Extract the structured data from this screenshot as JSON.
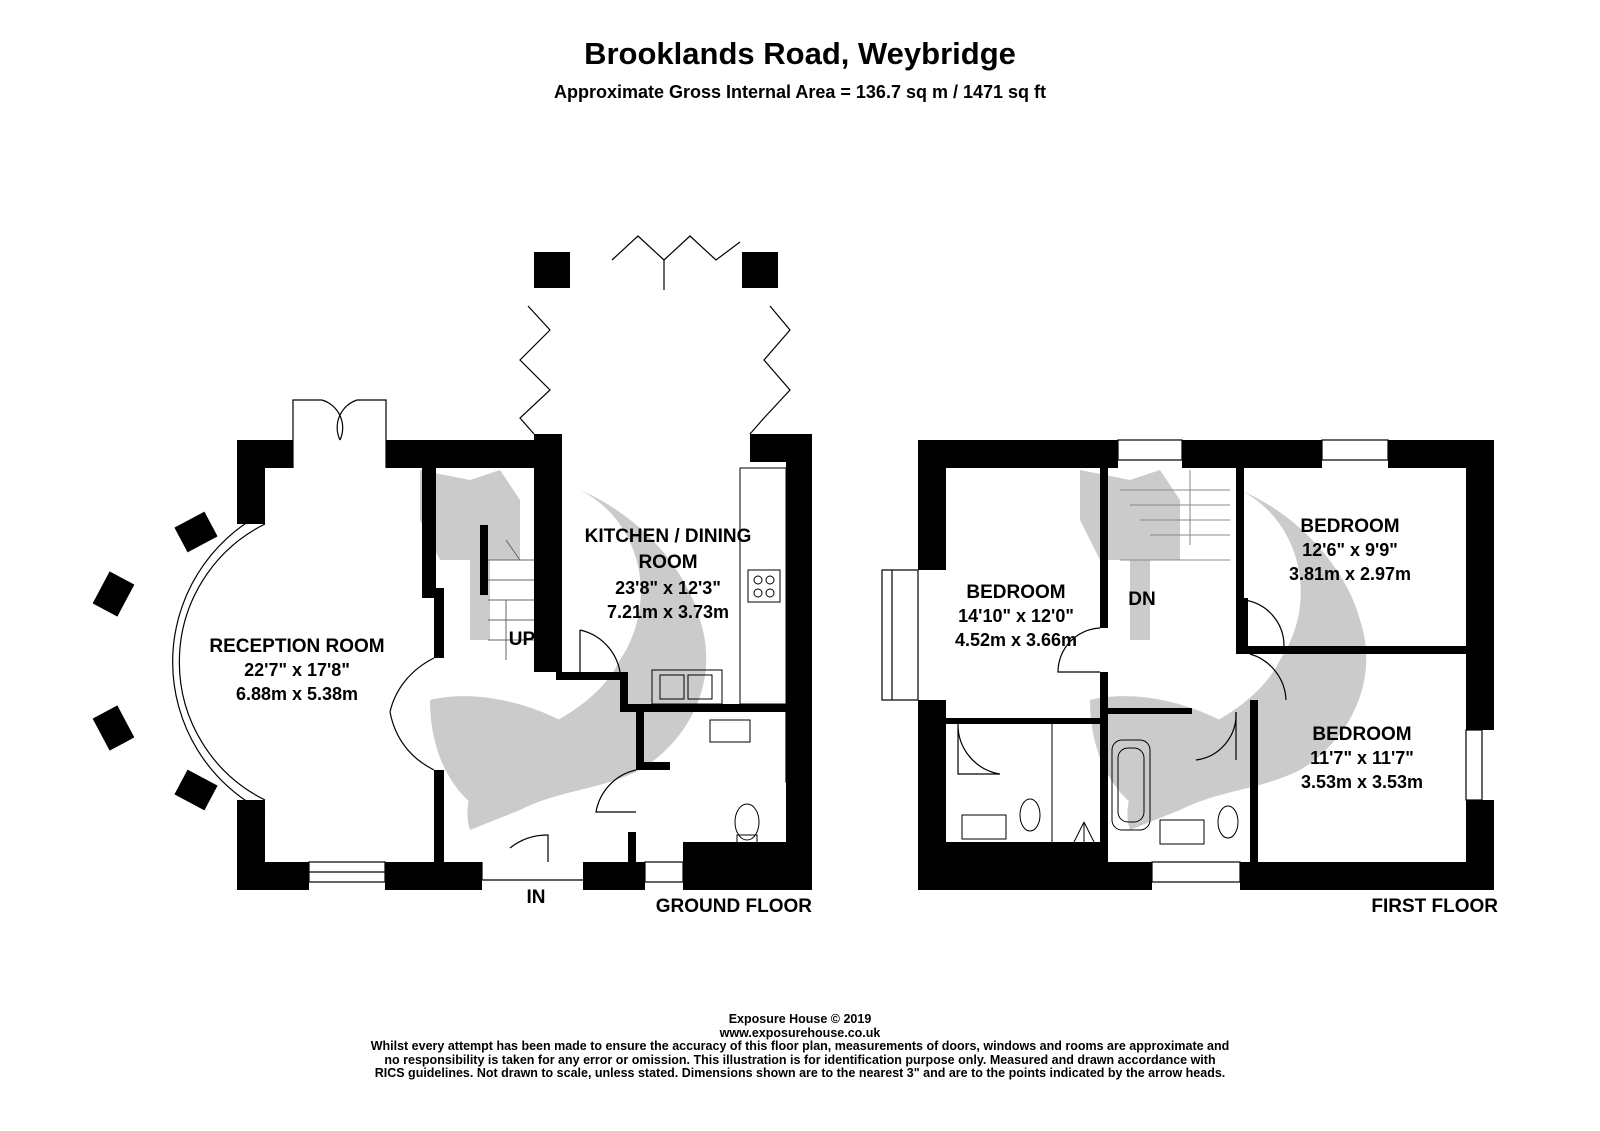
{
  "header": {
    "title": "Brooklands Road, Weybridge",
    "subtitle": "Approximate Gross Internal Area = 136.7 sq m / 1471 sq ft"
  },
  "ground_floor": {
    "label": "GROUND FLOOR",
    "entrance_label": "IN",
    "stairs_label": "UP",
    "rooms": {
      "reception": {
        "name": "RECEPTION ROOM",
        "imperial": "22'7\" x 17'8\"",
        "metric": "6.88m x 5.38m"
      },
      "kitchen": {
        "name_line1": "KITCHEN / DINING",
        "name_line2": "ROOM",
        "imperial": "23'8\" x 12'3\"",
        "metric": "7.21m x 3.73m"
      }
    }
  },
  "first_floor": {
    "label": "FIRST FLOOR",
    "stairs_label": "DN",
    "rooms": {
      "bedroom_left": {
        "name": "BEDROOM",
        "imperial": "14'10\" x 12'0\"",
        "metric": "4.52m x 3.66m"
      },
      "bedroom_top_right": {
        "name": "BEDROOM",
        "imperial": "12'6\" x 9'9\"",
        "metric": "3.81m x 2.97m"
      },
      "bedroom_bottom_right": {
        "name": "BEDROOM",
        "imperial": "11'7\" x 11'7\"",
        "metric": "3.53m x 3.53m"
      }
    }
  },
  "footer": {
    "company": "Exposure House © 2019",
    "website": "www.exposurehouse.co.uk",
    "disclaimer_line1": "Whilst every attempt has been made to ensure the accuracy of this floor plan, measurements of doors, windows and rooms are approximate and",
    "disclaimer_line2": "no responsibility is taken for any error or omission. This illustration is for identification purpose only. Measured and drawn accordance with",
    "disclaimer_line3": "RICS guidelines. Not drawn to scale, unless stated. Dimensions shown are to the nearest 3\" and are to the points indicated by the arrow heads."
  },
  "colors": {
    "wall": "#000000",
    "watermark": "#c8c8c8",
    "line": "#555555"
  }
}
